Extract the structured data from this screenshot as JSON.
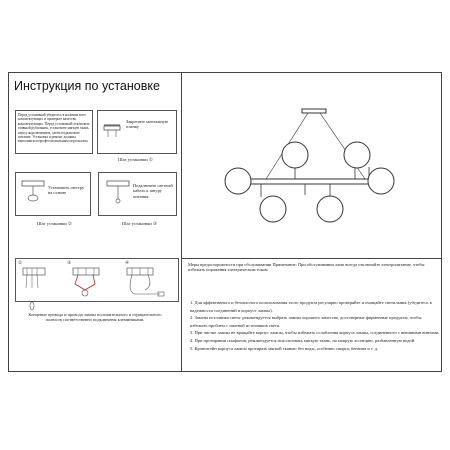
{
  "title": "Инструкция по установке",
  "steps": {
    "warning": "Перед установкой убедитесь в наличии всех комплектующих и проверьте качество комплектующих. Перед установкой отключите главный рубильник, установите мягкую ткань перед подключением, затем подключите питание. Установка и ремонт должны выполняться профессиональным персоналом.",
    "step1_note": "Закрепите монтажную планку",
    "step1_label": "Шаг установки",
    "step1_num": "①",
    "step2_note": "Установить люстру на основе",
    "step2_label": "Шаг установки",
    "step2_num": "②",
    "step3_note": "Подключите светлый кабель к шнуру питания",
    "step3_label": "Шаг установки",
    "step3_num": "③",
    "fig2_num": "②",
    "fig3_num": "③",
    "fig4_num": "④",
    "wiring_note": "Концевые провода и провода лампы положительного и отрицательного полюсов соответственно подключены клеммниками."
  },
  "precautions_title": "Меры предосторожности при обслуживании Примечание: При обслуживании ламп всегда отключайте электропитание, чтобы избежать поражения электрическим током",
  "notes": [
    "1. Для эффективного и безопасного использования этого продукта регулярно проверяйте и очищайте светильник (убедитесь в надежности соединений и корпусе лампы).",
    "2. Замена источника света: рекомендуется выбрать лампы хорошего качества, достоверные фирменные продукты, чтобы избежать проблем с заменой источников света.",
    "3. При чистке лампы не вращайте корпус лампы, чтобы избежать ослабления корпуса лампы, соединенного с внешними винтами.",
    "4. При протирании плафонов, рекомендуется использовать мягкую ткань, на мокрую эссенцию, разбавленную водой.",
    "5. Кронштейн корпуса лампы протирать мягкой тканью без воды, особенно спирта, бензина и т. д."
  ]
}
